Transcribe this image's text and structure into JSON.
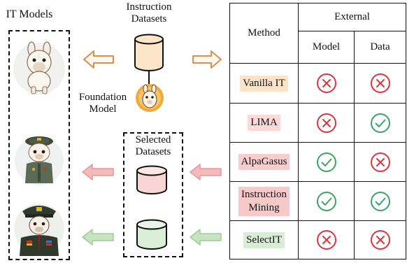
{
  "left_panel": {
    "it_models_label": "IT Models",
    "instruction_datasets_label": [
      "Instruction",
      "Datasets"
    ],
    "foundation_model_label": [
      "Foundation",
      "Model"
    ],
    "selected_datasets_label": [
      "Selected",
      "Datasets"
    ]
  },
  "table": {
    "method_header": "Method",
    "external_header": "External",
    "model_header": "Model",
    "data_header": "Data",
    "rows": [
      {
        "method": [
          "Vanilla IT"
        ],
        "model": "cross",
        "data": "cross",
        "highlight": "#fde3c8"
      },
      {
        "method": [
          "LIMA"
        ],
        "model": "cross",
        "data": "check",
        "highlight": "#fbd9d9"
      },
      {
        "method": [
          "AlpaGasus"
        ],
        "model": "check",
        "data": "cross",
        "highlight": "#f9cdcd"
      },
      {
        "method": [
          "Instruction",
          "Mining"
        ],
        "model": "check",
        "data": "check",
        "highlight": "#f7c9c9"
      },
      {
        "method": [
          "SelectIT"
        ],
        "model": "cross",
        "data": "cross",
        "highlight": "#d9ecd6"
      }
    ]
  },
  "colors": {
    "cross": "#d9363e",
    "check": "#3aa561",
    "cylinder_top": "#fde6c8",
    "cylinder_pink": "#f9d5d5",
    "cylinder_green": "#dbeed8",
    "arrow_orange": "#f5cfa6",
    "arrow_pink": "#f4b9b9",
    "arrow_green": "#c7e3c0"
  }
}
